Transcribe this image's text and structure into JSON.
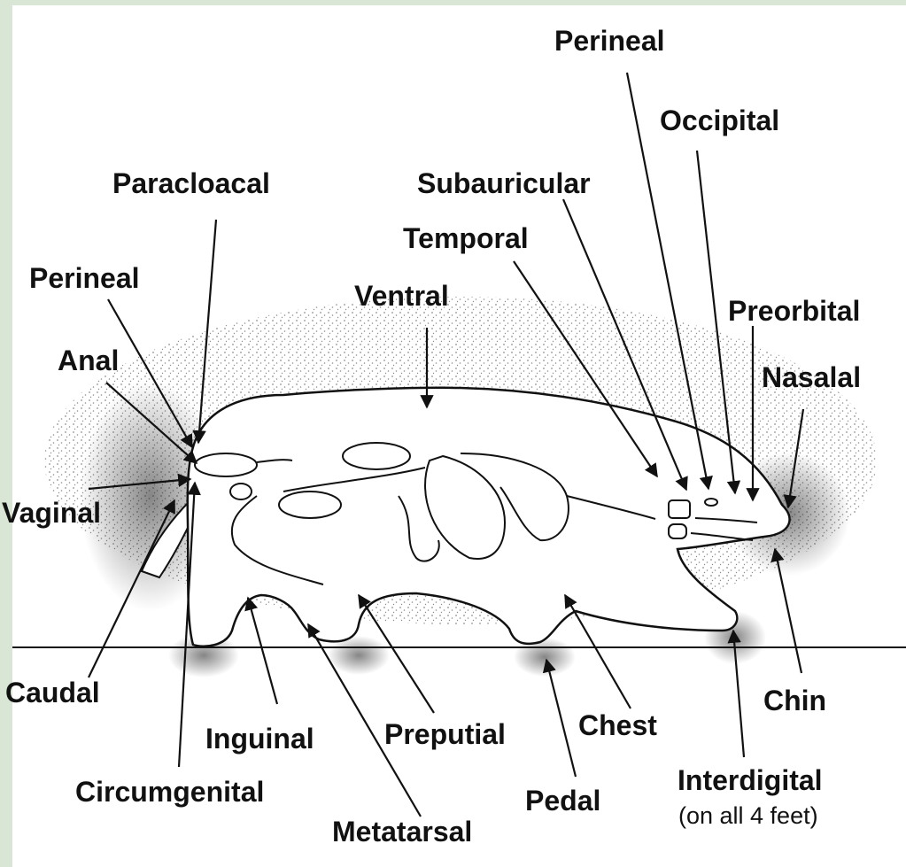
{
  "theme": {
    "frame_color": "#d9e6d5",
    "ink_color": "#111111",
    "stipple_color": "#222222"
  },
  "labels": {
    "perineal_top": "Perineal",
    "occipital": "Occipital",
    "paracloacal": "Paracloacal",
    "subauricular": "Subauricular",
    "temporal": "Temporal",
    "perineal_left": "Perineal",
    "ventral": "Ventral",
    "preorbital": "Preorbital",
    "anal": "Anal",
    "nasalal": "Nasalal",
    "vaginal": "Vaginal",
    "caudal": "Caudal",
    "chin": "Chin",
    "inguinal": "Inguinal",
    "preputial": "Preputial",
    "chest": "Chest",
    "interdigital": "Interdigital",
    "interdigital_note": "(on all 4 feet)",
    "circumgenital": "Circumgenital",
    "pedal": "Pedal",
    "metatarsal": "Metatarsal"
  }
}
